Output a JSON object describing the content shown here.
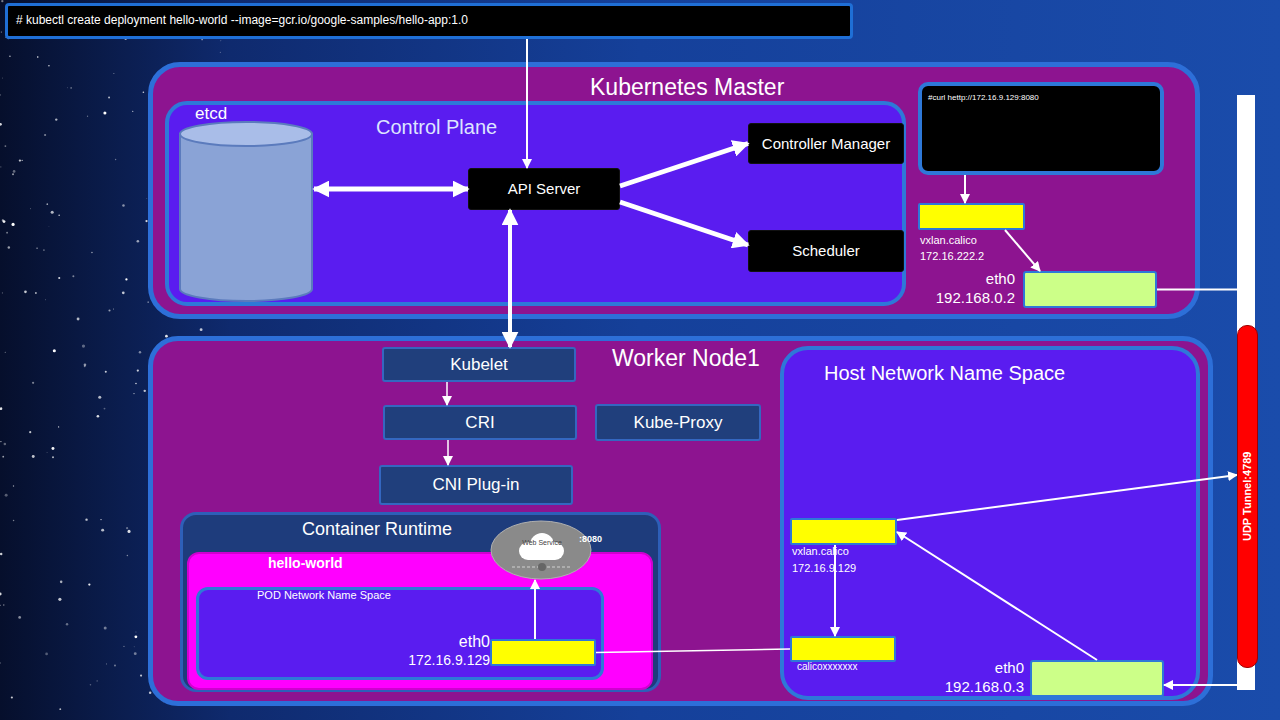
{
  "diagram": {
    "nodes": [
      {
        "text": [
          "# kubectl create deployment hello-world --image=gcr.io/google-samples/hello-app:1.0"
        ]
      },
      {
        "text": [
          "Kubernetes Master"
        ]
      },
      {
        "text": [
          "Control Plane"
        ],
        "in": 1
      },
      {
        "text": [
          "etcd"
        ],
        "in": 2
      },
      {
        "text": [
          "API Server"
        ],
        "in": 2
      },
      {
        "text": [
          "Controller Manager"
        ],
        "in": 2
      },
      {
        "text": [
          "Scheduler"
        ],
        "in": 2
      },
      {
        "text": [
          "#curl hettp://172.16.9.129:8080"
        ],
        "in": 1
      },
      {
        "text": [
          "vxlan.calico",
          "172.16.222.2"
        ],
        "in": 1
      },
      {
        "text": [
          "eth0",
          "192.168.0.2"
        ],
        "in": 1
      },
      {
        "text": [
          "UDP Tunnel:4789"
        ]
      },
      {
        "text": [
          "Worker Node1"
        ]
      },
      {
        "text": [
          "Kubelet"
        ],
        "in": 11
      },
      {
        "text": [
          "CRI"
        ],
        "in": 11
      },
      {
        "text": [
          "Kube-Proxy"
        ],
        "in": 11
      },
      {
        "text": [
          "CNI Plug-in"
        ],
        "in": 11
      },
      {
        "text": [
          "Container Runtime"
        ],
        "in": 11
      },
      {
        "text": [
          "hello-world"
        ],
        "in": 16
      },
      {
        "text": [
          "POD Network Name Space"
        ],
        "in": 17
      },
      {
        "text": [
          "eth0",
          "172.16.9.129"
        ],
        "in": 18
      },
      {
        "text": [
          "Web Service",
          ":8080"
        ],
        "in": 16
      },
      {
        "text": [
          "Host Network Name Space"
        ],
        "in": 11
      },
      {
        "text": [
          "vxlan.calico",
          "172.16.9.129"
        ],
        "in": 21
      },
      {
        "text": [
          "calicoxxxxxxx"
        ],
        "in": 21
      },
      {
        "text": [
          "eth0",
          "192.168.0.3"
        ],
        "in": 21
      }
    ],
    "edges": [
      {
        "from": 0,
        "to": 4,
        "arrow": "to"
      },
      {
        "from": 3,
        "to": 4,
        "arrow": "both"
      },
      {
        "from": 4,
        "to": 5,
        "arrow": "to"
      },
      {
        "from": 4,
        "to": 6,
        "arrow": "to"
      },
      {
        "from": 4,
        "to": 12,
        "arrow": "both"
      },
      {
        "from": 12,
        "to": 13,
        "arrow": "to"
      },
      {
        "from": 13,
        "to": 15,
        "arrow": "to"
      },
      {
        "from": 7,
        "to": 8,
        "arrow": "to"
      },
      {
        "from": 8,
        "to": 9,
        "arrow": "to"
      },
      {
        "from": 9,
        "to": 24,
        "arrow": "to"
      },
      {
        "from": 24,
        "to": 22,
        "arrow": "to"
      },
      {
        "from": 22,
        "to": 10,
        "arrow": "to"
      },
      {
        "from": 22,
        "to": 23,
        "arrow": "to"
      },
      {
        "from": 19,
        "to": 23,
        "arrow": "none"
      },
      {
        "from": 19,
        "to": 20,
        "arrow": "to"
      }
    ]
  }
}
